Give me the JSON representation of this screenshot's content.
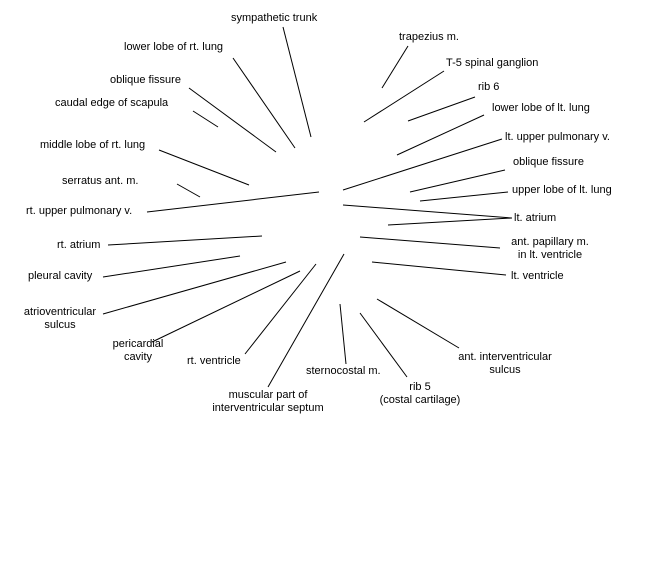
{
  "labels": {
    "sympathetic_trunk": "sympathetic trunk",
    "trapezius": "trapezius m.",
    "lower_lobe_rt_lung": "lower lobe of rt. lung",
    "t5_spinal_ganglion": "T-5 spinal ganglion",
    "oblique_fissure_left": "oblique fissure",
    "rib_6": "rib 6",
    "caudal_edge_scapula": "caudal edge of scapula",
    "lower_lobe_lt_lung": "lower lobe of lt. lung",
    "lt_upper_pulmonary_v": "lt. upper pulmonary v.",
    "middle_lobe_rt_lung": "middle lobe of rt. lung",
    "oblique_fissure_right": "oblique fissure",
    "serratus_ant": "serratus ant. m.",
    "upper_lobe_lt_lung": "upper lobe of lt. lung",
    "rt_upper_pulmonary_v": "rt. upper pulmonary v.",
    "lt_atrium": "lt. atrium",
    "rt_atrium": "rt. atrium",
    "ant_papillary_line1": "ant. papillary m.",
    "ant_papillary_line2": "in lt. ventricle",
    "pleural_cavity": "pleural cavity",
    "lt_ventricle": "lt. ventricle",
    "atrioventricular_line1": "atrioventricular",
    "atrioventricular_line2": "sulcus",
    "pericardial_line1": "pericardial",
    "pericardial_line2": "cavity",
    "ant_interventricular_line1": "ant. interventricular",
    "ant_interventricular_line2": "sulcus",
    "rt_ventricle": "rt. ventricle",
    "sternocostal": "sternocostal m.",
    "rib5_line1": "rib 5",
    "rib5_line2": "(costal cartilage)",
    "muscular_septum_line1": "muscular part of",
    "muscular_septum_line2": "interventricular septum"
  },
  "colors": {
    "line": "#000000",
    "text": "#000000",
    "background": "#ffffff"
  }
}
